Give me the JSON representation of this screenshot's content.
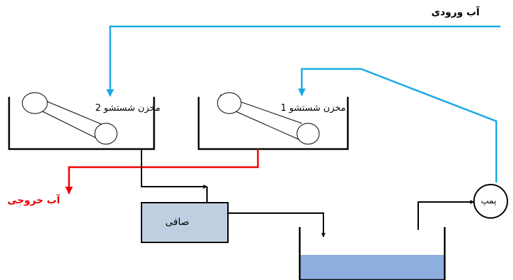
{
  "labels": {
    "inlet_water": "آب ورودی",
    "outlet_water": "آب خروجی",
    "tank1": "مخزن شستشو 1",
    "tank2": "مخزن شستشو 2",
    "filter": "صافی",
    "pump": "پمپ"
  },
  "colors": {
    "inlet_line": "#19a9e6",
    "outlet_line": "#ee0000",
    "filter_fill": "#bfcfe1",
    "reservoir_water": "#8eaee0",
    "line": "#000000"
  }
}
